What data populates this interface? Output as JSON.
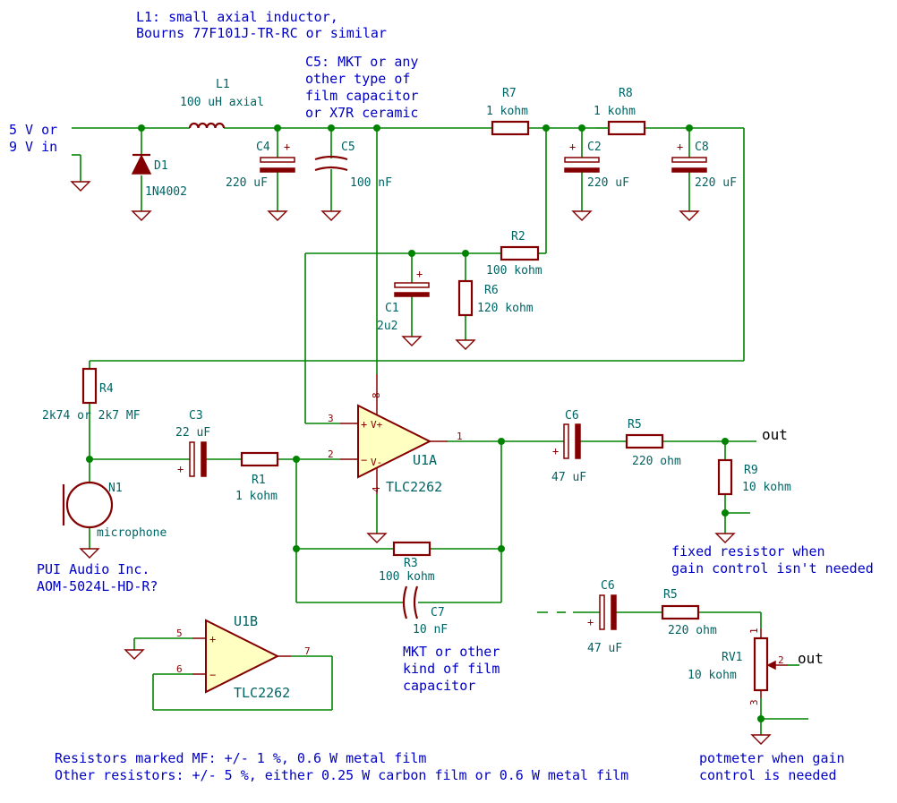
{
  "notes": {
    "l1_line1": "L1: small axial inductor,",
    "l1_line2": "Bourns 77F101J-TR-RC or similar",
    "c5_line1": "C5: MKT or any",
    "c5_line2": "other type of",
    "c5_line3": "film capacitor",
    "c5_line4": "or X7R ceramic",
    "input_line1": "5 V or",
    "input_line2": "9 V in",
    "mic_line1": "PUI Audio Inc.",
    "mic_line2": "AOM-5024L-HD-R?",
    "c7_line1": "MKT or other",
    "c7_line2": "kind of film",
    "c7_line3": "capacitor",
    "fixed_line1": "fixed resistor when",
    "fixed_line2": "gain control isn't needed",
    "pot_line1": "potmeter when gain",
    "pot_line2": "control is needed",
    "footer_line1": "Resistors marked MF: +/- 1 %, 0.6 W metal film",
    "footer_line2": "Other resistors: +/- 5 %, either 0.25 W carbon film or 0.6 W metal film"
  },
  "components": {
    "L1": {
      "ref": "L1",
      "value": "100 uH axial"
    },
    "D1": {
      "ref": "D1",
      "value": "1N4002"
    },
    "C4": {
      "ref": "C4",
      "value": "220 uF"
    },
    "C5": {
      "ref": "C5",
      "value": "100 nF"
    },
    "R7": {
      "ref": "R7",
      "value": "1 kohm"
    },
    "R8": {
      "ref": "R8",
      "value": "1 kohm"
    },
    "C2": {
      "ref": "C2",
      "value": "220 uF"
    },
    "C8": {
      "ref": "C8",
      "value": "220 uF"
    },
    "R2": {
      "ref": "R2",
      "value": "100 kohm"
    },
    "C1": {
      "ref": "C1",
      "value": "2u2"
    },
    "R6": {
      "ref": "R6",
      "value": "120 kohm"
    },
    "R4": {
      "ref": "R4",
      "value": "2k74 or 2k7 MF"
    },
    "C3": {
      "ref": "C3",
      "value": "22 uF"
    },
    "R1": {
      "ref": "R1",
      "value": "1 kohm"
    },
    "N1": {
      "ref": "N1",
      "value": "microphone"
    },
    "U1A": {
      "ref": "U1A",
      "value": "TLC2262"
    },
    "U1B": {
      "ref": "U1B",
      "value": "TLC2262"
    },
    "R3": {
      "ref": "R3",
      "value": "100 kohm"
    },
    "C7": {
      "ref": "C7",
      "value": "10 nF"
    },
    "C6": {
      "ref": "C6",
      "value": "47 uF"
    },
    "R5": {
      "ref": "R5",
      "value": "220 ohm"
    },
    "R9": {
      "ref": "R9",
      "value": "10 kohm"
    },
    "C6b": {
      "ref": "C6",
      "value": "47 uF"
    },
    "R5b": {
      "ref": "R5",
      "value": "220 ohm"
    },
    "RV1": {
      "ref": "RV1",
      "value": "10 kohm"
    }
  },
  "nets": {
    "out1": "out",
    "out2": "out"
  },
  "pins": {
    "u1a_in_plus": "3",
    "u1a_in_minus": "2",
    "u1a_out": "1",
    "u1a_vplus": "8",
    "u1a_vminus": "4",
    "u1b_in_plus": "5",
    "u1b_in_minus": "6",
    "u1b_out": "7",
    "rv1_p1": "1",
    "rv1_p2": "2",
    "rv1_p3": "3"
  },
  "glyphs": {
    "plus": "+",
    "minus": "−",
    "vplus": "V+",
    "vminus": "V-"
  },
  "colors": {
    "wire": "#008400",
    "component": "#840000",
    "label": "#006464",
    "note": "#0000c8",
    "opamp_fill": "#ffffc2"
  }
}
